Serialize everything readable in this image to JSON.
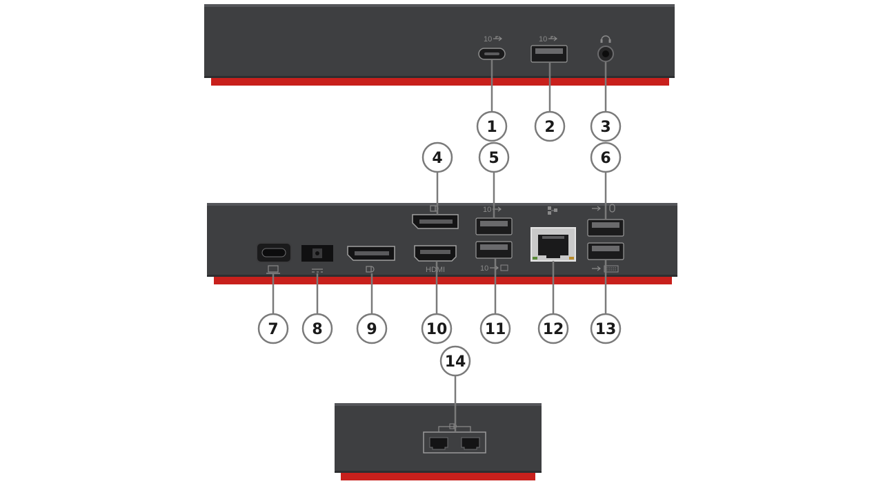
{
  "diagram": {
    "views": [
      {
        "id": "front",
        "name": "front-view"
      },
      {
        "id": "rear",
        "name": "rear-view"
      },
      {
        "id": "side",
        "name": "side-view"
      }
    ],
    "callouts": [
      {
        "n": "1",
        "port": "usb-c-10gbps-front"
      },
      {
        "n": "2",
        "port": "usb-a-10gbps-front"
      },
      {
        "n": "3",
        "port": "audio-jack"
      },
      {
        "n": "4",
        "port": "displayport-upper"
      },
      {
        "n": "5",
        "port": "usb-a-10gbps-rear"
      },
      {
        "n": "6",
        "port": "usb-a-mouse"
      },
      {
        "n": "7",
        "port": "usb-c-host"
      },
      {
        "n": "8",
        "port": "power-in"
      },
      {
        "n": "9",
        "port": "displayport-lower"
      },
      {
        "n": "10",
        "port": "hdmi"
      },
      {
        "n": "11",
        "port": "usb-a-10gbps-charging"
      },
      {
        "n": "12",
        "port": "ethernet"
      },
      {
        "n": "13",
        "port": "usb-a-keyboard"
      },
      {
        "n": "14",
        "port": "security-lock-slot"
      }
    ],
    "port_labels": {
      "hdmi": "HDMI",
      "usb_speed": "10"
    },
    "colors": {
      "body": "#3e3f41",
      "body_top": "#4a4b4d",
      "red_strip": "#c8201c",
      "port": "#161617",
      "callout_stroke": "#7a7a7a",
      "metal": "#c9c9c9"
    },
    "icons": {
      "usb": "usb-icon",
      "headphones": "headphone-icon",
      "displayport": "displayport-icon",
      "ethernet": "network-icon",
      "mouse": "mouse-icon",
      "keyboard": "keyboard-icon",
      "laptop": "laptop-icon",
      "power": "dc-power-icon",
      "lock": "lock-icon"
    }
  }
}
